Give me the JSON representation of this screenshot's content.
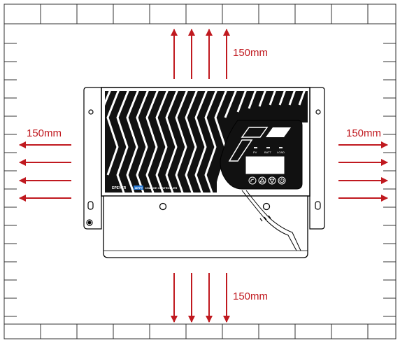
{
  "clearance": {
    "top": "150mm",
    "left": "150mm",
    "right": "150mm",
    "bottom": "150mm"
  },
  "controller": {
    "brand": "EPEVER",
    "model_badge": "MPPT",
    "product_text": "CHARGE CONTROLLER",
    "indicators": [
      "PV",
      "BATT",
      "LOAD"
    ],
    "buttons": [
      "back-button",
      "up-button",
      "down-button",
      "power-button"
    ]
  },
  "colors": {
    "arrow": "#c0191f",
    "wall_line": "#333333",
    "device_dark": "#111111",
    "device_outline": "#000000"
  }
}
